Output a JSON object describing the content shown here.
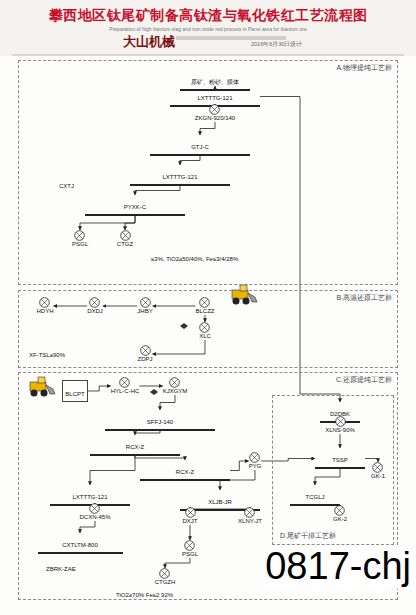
{
  "diagram": {
    "title": "攀西地区钛尾矿制备高钛渣与氧化铁红工艺流程图",
    "nodes": [
      {
        "text": [
          "A.物理提纯工艺群"
        ]
      },
      {
        "text": [
          "原矿、粉砂、膜体"
        ],
        "in": 0
      },
      {
        "text": [
          "LXTTTG-121"
        ],
        "in": 0
      },
      {
        "text": [
          "ZKGN-920/140"
        ],
        "in": 0
      },
      {
        "text": [
          "GTJ-C"
        ],
        "in": 0
      },
      {
        "text": [
          "LXTTTG-121"
        ],
        "in": 0
      },
      {
        "text": [
          "PYXK-C"
        ],
        "in": 0
      },
      {
        "text": [
          "PSGL"
        ],
        "in": 0
      },
      {
        "text": [
          "CTGZ"
        ],
        "in": 0
      },
      {
        "text": [
          "B.高温还原工艺群"
        ]
      },
      {
        "text": [
          "HDYH"
        ],
        "in": 9
      },
      {
        "text": [
          "DXDJ"
        ],
        "in": 9
      },
      {
        "text": [
          "JHBY"
        ],
        "in": 9
      },
      {
        "text": [
          "BLCZZ"
        ],
        "in": 9
      },
      {
        "text": [
          "XLC"
        ],
        "in": 9
      },
      {
        "text": [
          "ZDPJ"
        ],
        "in": 9
      },
      {
        "text": [
          "C.还原提纯工艺群"
        ]
      },
      {
        "text": [
          "BLCPT"
        ],
        "in": 16
      },
      {
        "text": [
          "HYL-C-HC"
        ],
        "in": 16
      },
      {
        "text": [
          "KJXGYM"
        ],
        "in": 16
      },
      {
        "text": [
          "SFFJ-140"
        ],
        "in": 16
      },
      {
        "text": [
          "RCX-Z"
        ],
        "in": 16
      },
      {
        "text": [
          "RCX-Z"
        ],
        "in": 16
      },
      {
        "text": [
          "LXTTTG-121"
        ],
        "in": 16
      },
      {
        "text": [
          "DCXN-45%"
        ],
        "in": 16
      },
      {
        "text": [
          "CXTLTM-800"
        ],
        "in": 16
      },
      {
        "text": [
          "PYG"
        ],
        "in": 16
      },
      {
        "text": [
          "XLJB-JR"
        ],
        "in": 16
      },
      {
        "text": [
          "DXJT"
        ],
        "in": 16
      },
      {
        "text": [
          "XLNY-JT"
        ],
        "in": 16
      },
      {
        "text": [
          "PSGL"
        ],
        "in": 16
      },
      {
        "text": [
          "CTGZH"
        ],
        "in": 16
      },
      {
        "text": [
          "D.尾矿干排工艺群"
        ],
        "in": 16
      },
      {
        "text": [
          "D2DBK"
        ],
        "in": 32
      },
      {
        "text": [
          "XLNS-90%"
        ],
        "in": 32
      },
      {
        "text": [
          "TSSP"
        ],
        "in": 32
      },
      {
        "text": [
          "GK-1"
        ],
        "in": 32
      },
      {
        "text": [
          "TCGLJ"
        ],
        "in": 32
      },
      {
        "text": [
          "GK-2"
        ],
        "in": 32
      }
    ],
    "edges": [
      {
        "from": 1,
        "to": 2,
        "arrow": "to"
      },
      {
        "from": 2,
        "to": 3,
        "arrow": "to"
      },
      {
        "from": 3,
        "to": 4,
        "arrow": "to"
      },
      {
        "from": 4,
        "to": 5,
        "arrow": "to"
      },
      {
        "from": 5,
        "to": 6,
        "arrow": "to"
      },
      {
        "from": 6,
        "to": 7,
        "arrow": "to"
      },
      {
        "from": 6,
        "to": 8,
        "arrow": "to"
      },
      {
        "from": 13,
        "to": 12,
        "arrow": "to"
      },
      {
        "from": 12,
        "to": 11,
        "arrow": "to"
      },
      {
        "from": 11,
        "to": 10,
        "arrow": "to"
      },
      {
        "from": 13,
        "to": 14,
        "arrow": "to"
      },
      {
        "from": 14,
        "to": 15,
        "arrow": "to"
      },
      {
        "from": 17,
        "to": 18,
        "arrow": "to"
      },
      {
        "from": 18,
        "to": 19,
        "arrow": "to"
      },
      {
        "from": 19,
        "to": 20,
        "arrow": "to"
      },
      {
        "from": 20,
        "to": 21,
        "arrow": "to"
      },
      {
        "from": 21,
        "to": 22,
        "arrow": "to"
      },
      {
        "from": 21,
        "to": 23,
        "arrow": "to"
      },
      {
        "from": 23,
        "to": 24,
        "arrow": "to"
      },
      {
        "from": 24,
        "to": 25,
        "arrow": "to"
      },
      {
        "from": 22,
        "to": 26,
        "arrow": "to"
      },
      {
        "from": 26,
        "to": 27,
        "arrow": "to"
      },
      {
        "from": 27,
        "to": 28,
        "arrow": "to"
      },
      {
        "from": 27,
        "to": 29,
        "arrow": "to"
      },
      {
        "from": 28,
        "to": 30,
        "arrow": "to"
      },
      {
        "from": 30,
        "to": 31,
        "arrow": "to"
      },
      {
        "from": 26,
        "to": 35,
        "arrow": "to"
      },
      {
        "from": 2,
        "to": 33,
        "arrow": "to"
      },
      {
        "from": 33,
        "to": 34,
        "arrow": "to"
      },
      {
        "from": 34,
        "to": 35,
        "arrow": "to"
      },
      {
        "from": 35,
        "to": 36,
        "arrow": "to"
      },
      {
        "from": 35,
        "to": 37,
        "arrow": "to"
      },
      {
        "from": 37,
        "to": 38,
        "arrow": "to"
      }
    ],
    "labels": [
      "Preparation of high titanium slag and iron oxide red process in Panxi area for titanium ore",
      "大山机械",
      "2016年6月30日设计",
      "CXTJ",
      "≤3%, TiO2≥50/40%, Fe≤3/4/28%",
      "XF-TSL≥90%",
      "ZBRK-ZAE",
      "TiO2≥70% Fe≤2 92%",
      "0817-chj"
    ]
  }
}
